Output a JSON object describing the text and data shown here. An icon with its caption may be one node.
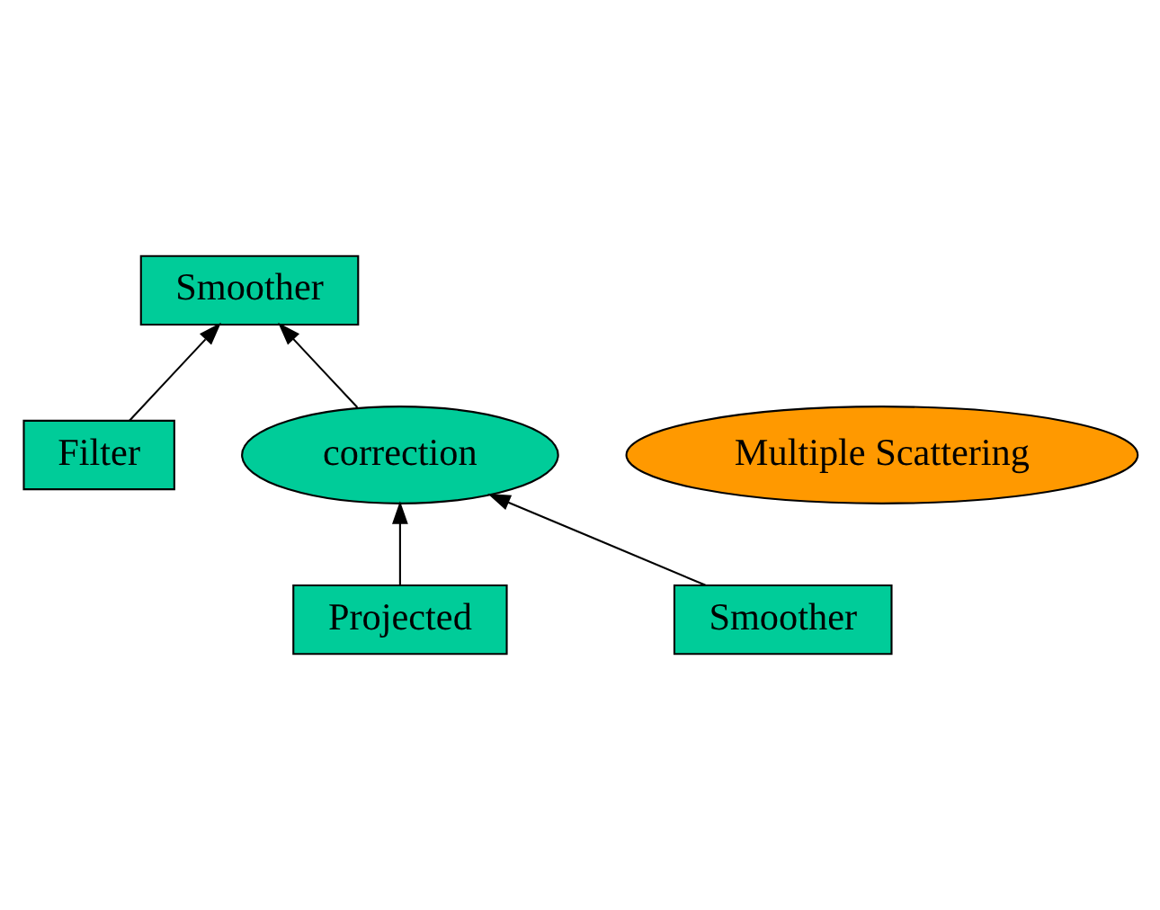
{
  "diagram": {
    "nodes": [
      {
        "text": [
          "Smoother"
        ]
      },
      {
        "text": [
          "Filter"
        ]
      },
      {
        "text": [
          "correction"
        ]
      },
      {
        "text": [
          "Multiple Scattering"
        ]
      },
      {
        "text": [
          "Smoother"
        ]
      },
      {
        "text": [
          "Projected"
        ]
      }
    ],
    "edges": [
      {
        "from": 1,
        "to": 0,
        "arrow": "to"
      },
      {
        "from": 2,
        "to": 0,
        "arrow": "to"
      },
      {
        "from": 4,
        "to": 2,
        "arrow": "to"
      },
      {
        "from": 5,
        "to": 2,
        "arrow": "to"
      }
    ]
  }
}
